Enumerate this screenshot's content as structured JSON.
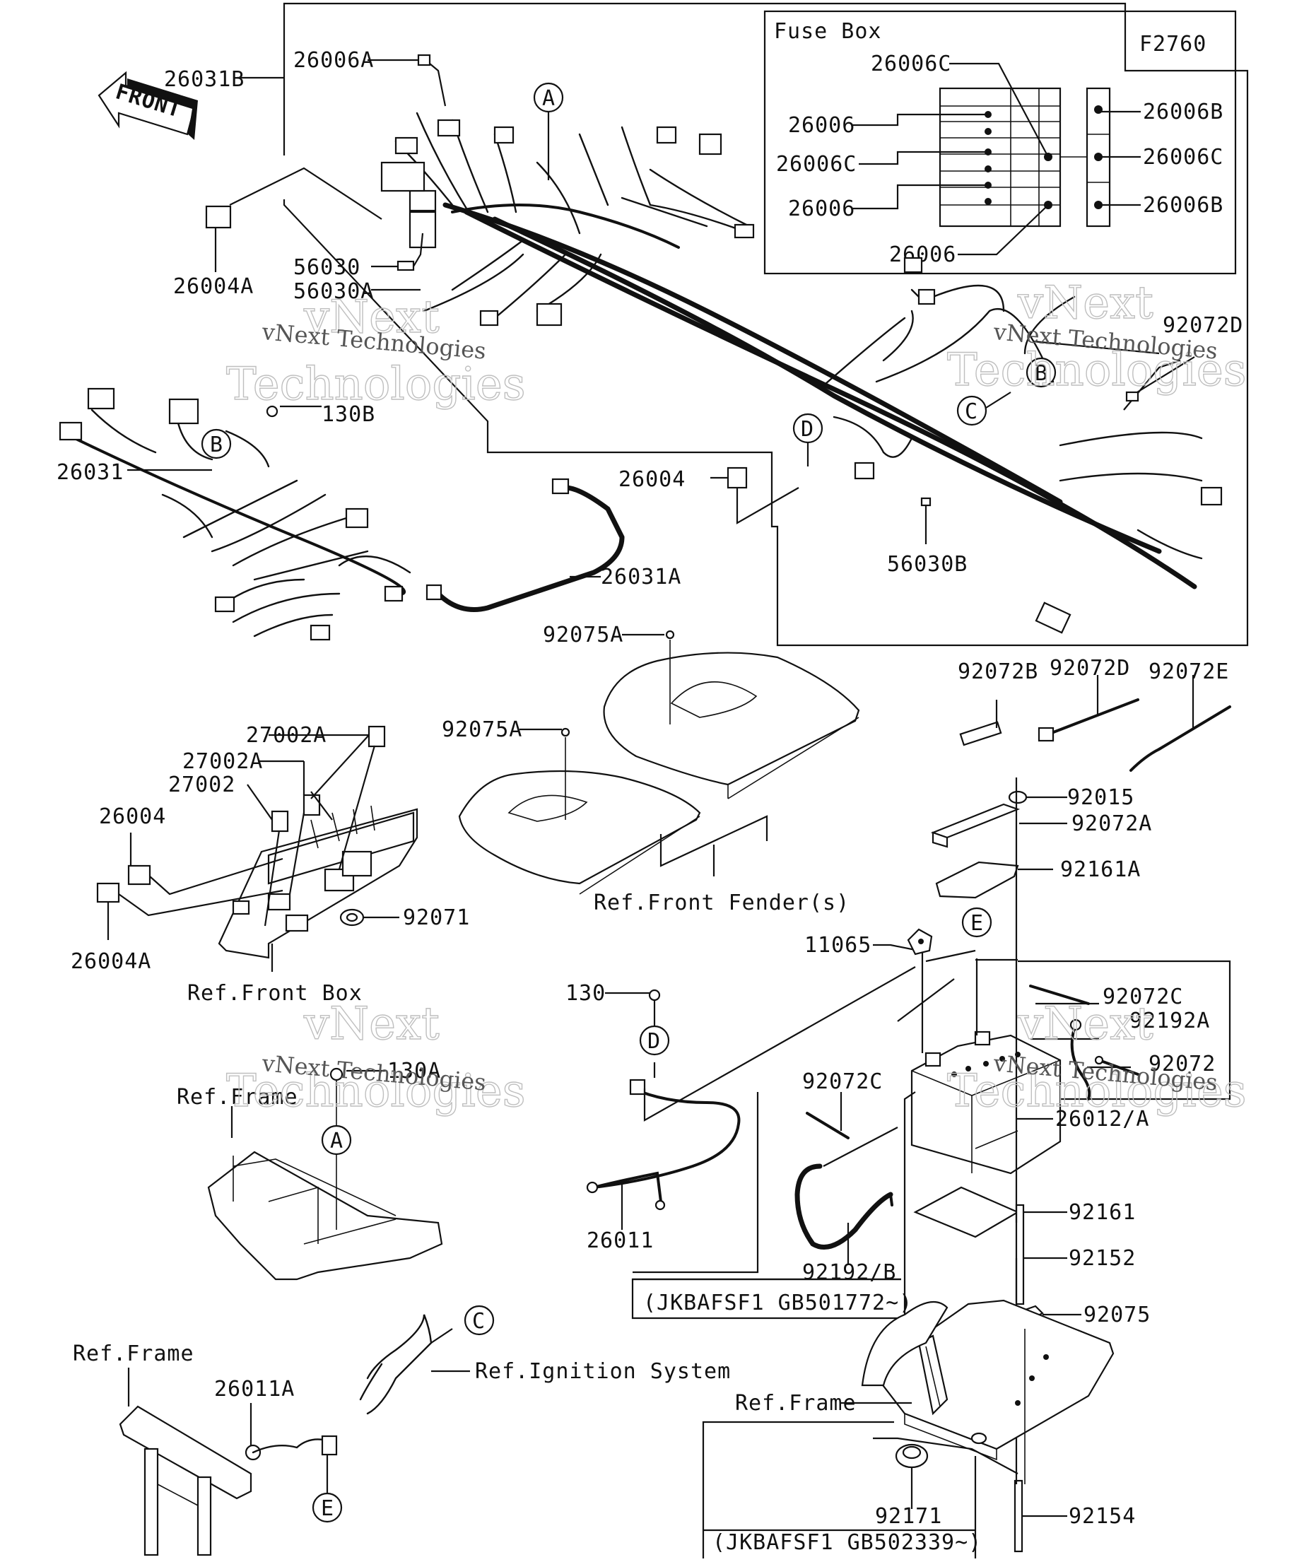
{
  "diagram": {
    "code": "F2760",
    "direction": "FRONT",
    "fuse_box": {
      "title": "Fuse Box",
      "labels": {
        "c_top": "26006C",
        "left_1": "26006",
        "left_2": "26006C",
        "left_3": "26006",
        "bottom": "26006",
        "right_1": "26006B",
        "right_2": "26006C",
        "right_3": "26006B"
      }
    },
    "callouts": {
      "A": "A",
      "B": "B",
      "C": "C",
      "D": "D",
      "E": "E"
    },
    "labels": {
      "p26031B": "26031B",
      "p26006A": "26006A",
      "p26004A_top": "26004A",
      "p56030": "56030",
      "p56030A": "56030A",
      "p130B": "130B",
      "p26031": "26031",
      "p26004_mid": "26004",
      "p56030B": "56030B",
      "p26031A": "26031A",
      "p92072D_top": "92072D",
      "p92075A_1": "92075A",
      "p92075A_2": "92075A",
      "p92072B": "92072B",
      "p92072D": "92072D",
      "p92072E": "92072E",
      "p27002A_1": "27002A",
      "p27002A_2": "27002A",
      "p27002": "27002",
      "p26004": "26004",
      "p26004A": "26004A",
      "p92071": "92071",
      "p92015": "92015",
      "p92072A": "92072A",
      "p92161A": "92161A",
      "p11065": "11065",
      "p130": "130",
      "p92072C_1": "92072C",
      "p92192A": "92192A",
      "p92072": "92072",
      "p130A": "130A",
      "p92072C_2": "92072C",
      "p26012A": "26012/A",
      "p26011": "26011",
      "p92161": "92161",
      "p92192B": "92192/B",
      "p92152": "92152",
      "p92075": "92075",
      "p26011A": "26011A",
      "p92171": "92171",
      "p92154": "92154"
    },
    "refs": {
      "front_fender": "Ref.Front Fender(s)",
      "front_box": "Ref.Front Box",
      "frame_1": "Ref.Frame",
      "frame_2": "Ref.Frame",
      "frame_3": "Ref.Frame",
      "ignition": "Ref.Ignition System"
    },
    "serials": {
      "s1": "(JKBAFSF1 GB501772~)",
      "s2": "(JKBAFSF1 GB502339~)"
    },
    "watermark": {
      "line1": "vNext",
      "line2": "Technologies",
      "caption": "vNext Technologies"
    }
  }
}
